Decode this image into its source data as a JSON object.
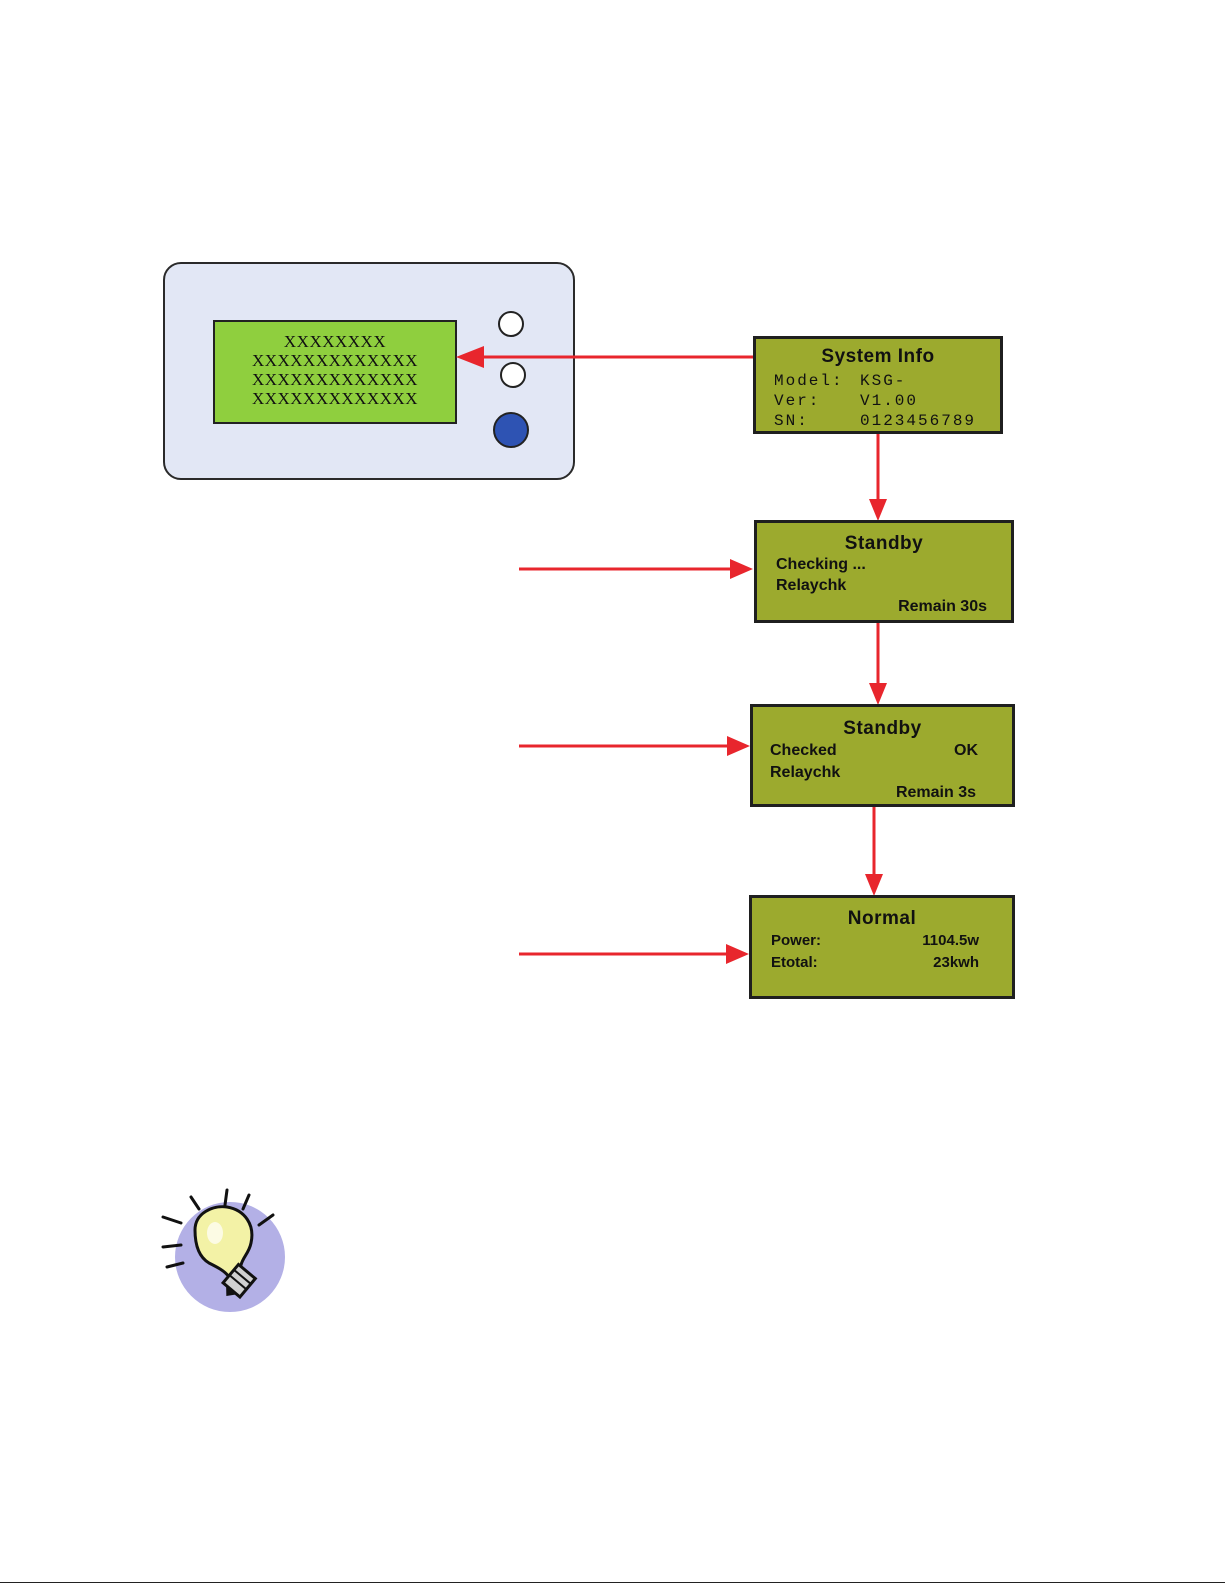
{
  "device": {
    "screen_lines": [
      "XXXXXXXX",
      "XXXXXXXXXXXXX",
      "XXXXXXXXXXXXX",
      "XXXXXXXXXXXXX"
    ]
  },
  "screens": {
    "system_info": {
      "title": "System Info",
      "model_label": "Model:",
      "model_value": "KSG-",
      "ver_label": "Ver:",
      "ver_value": "V1.00",
      "sn_label": "SN:",
      "sn_value": "0123456789"
    },
    "standby_checking": {
      "title": "Standby",
      "line1": "Checking ...",
      "line2": "Relaychk",
      "line3": "Remain 30s"
    },
    "standby_checked": {
      "title": "Standby",
      "line1": "Checked",
      "line1_status": "OK",
      "line2": "Relaychk",
      "line3": "Remain 3s"
    },
    "normal": {
      "title": "Normal",
      "power_label": "Power:",
      "power_value": "1104.5w",
      "etotal_label": "Etotal:",
      "etotal_value": "23kwh"
    }
  },
  "colors": {
    "arrow": "#e8262d",
    "lcd_background": "#9caa2e",
    "device_screen": "#8fcf3e",
    "device_body": "#e2e7f5",
    "device_button_dark": "#2e53b3",
    "bulb_halo": "#b3b0e6",
    "bulb_glass": "#f3f2a6"
  },
  "icons": [
    "lightbulb-tip-icon"
  ]
}
